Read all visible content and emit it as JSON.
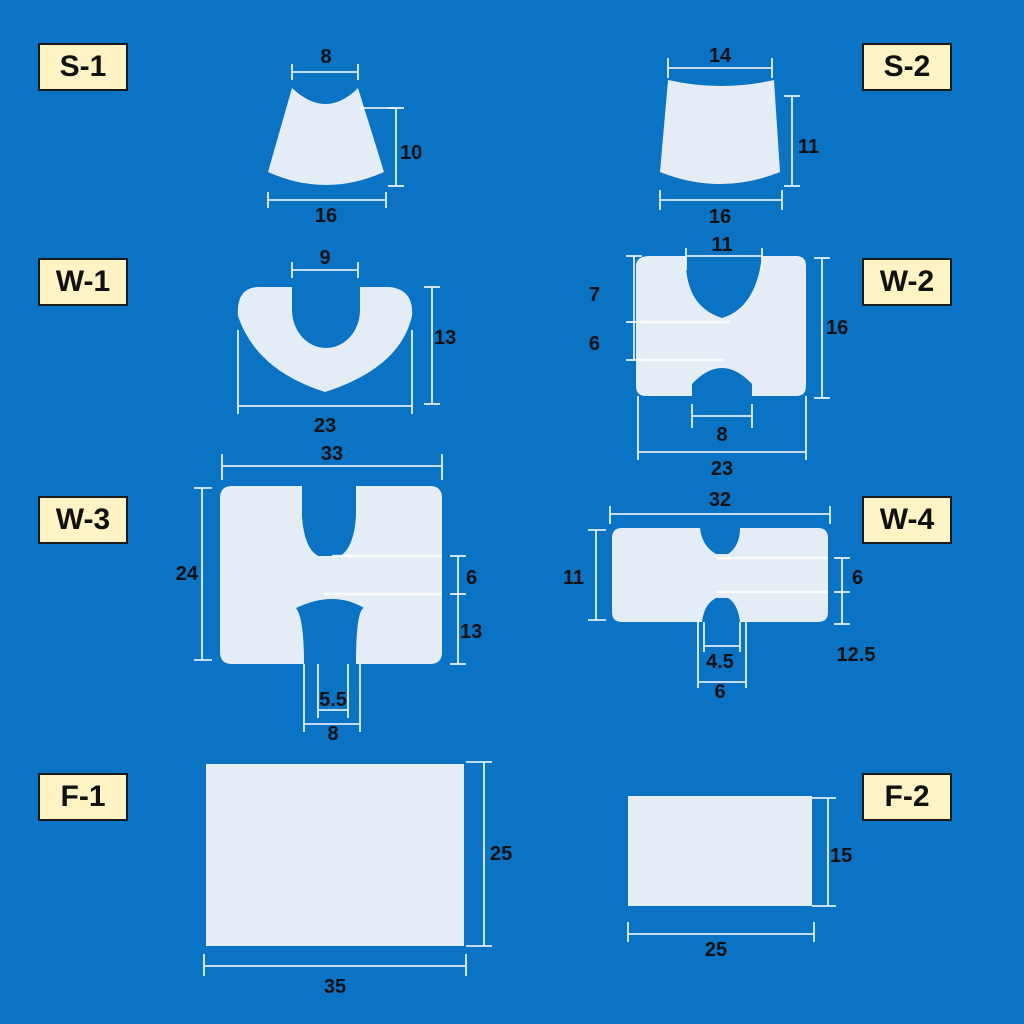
{
  "background_color": "#0a73c4",
  "felt_color": "#e4edf6",
  "label_bg_color": "#fdf3c5",
  "pieces": {
    "s1": {
      "label": "S-1",
      "dims": {
        "top": "8",
        "height": "10",
        "bottom": "16"
      }
    },
    "s2": {
      "label": "S-2",
      "dims": {
        "top": "14",
        "height": "11",
        "bottom": "16"
      }
    },
    "w1": {
      "label": "W-1",
      "dims": {
        "top": "9",
        "height": "13",
        "bottom": "23"
      }
    },
    "w2": {
      "label": "W-2",
      "dims": {
        "top": "11",
        "left_upper": "7",
        "left_lower": "6",
        "height": "16",
        "slot": "8",
        "bottom": "23"
      }
    },
    "w3": {
      "label": "W-3",
      "dims": {
        "top": "33",
        "height": "24",
        "right_upper": "6",
        "right_lower": "13",
        "slot_inner": "5.5",
        "slot_outer": "8"
      }
    },
    "w4": {
      "label": "W-4",
      "dims": {
        "top": "32",
        "height": "11",
        "right_upper": "6",
        "right_lower": "12.5",
        "slot_inner": "4.5",
        "slot_outer": "6"
      }
    },
    "f1": {
      "label": "F-1",
      "dims": {
        "height": "25",
        "bottom": "35"
      }
    },
    "f2": {
      "label": "F-2",
      "dims": {
        "height": "15",
        "bottom": "25"
      }
    }
  }
}
